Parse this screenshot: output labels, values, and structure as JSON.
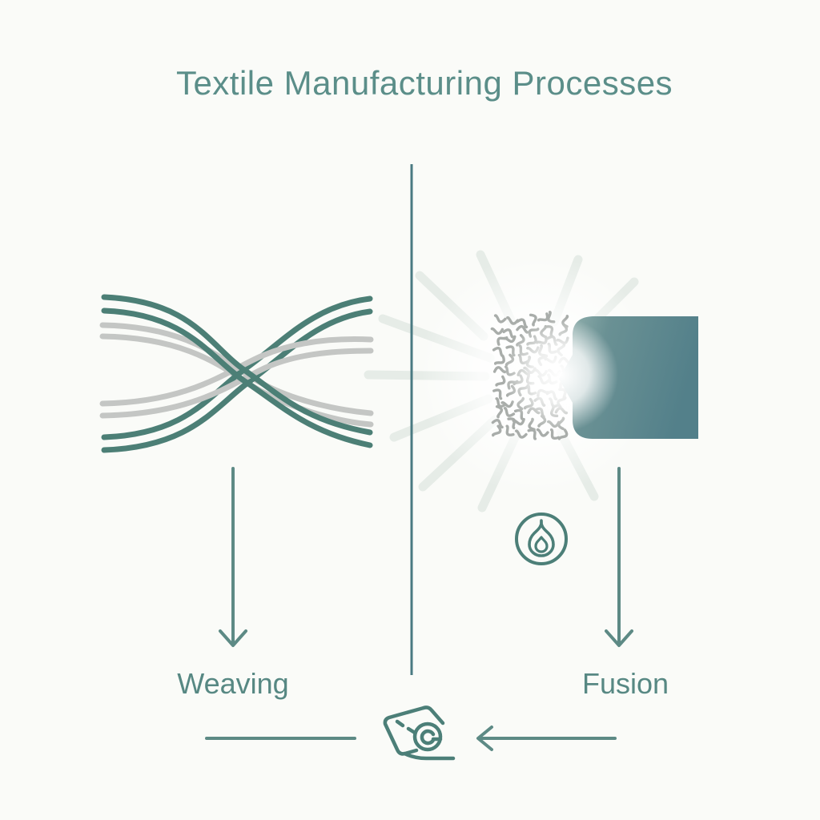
{
  "title": "Textile Manufacturing Processes",
  "sections": {
    "left": {
      "label": "Weaving"
    },
    "right": {
      "label": "Fusion"
    }
  },
  "icons": {
    "heat": "flame-icon",
    "output": "fabric-roll-icon",
    "left_process_flow": "down-arrow-icon",
    "right_process_flow": "down-arrow-icon",
    "bottom_flow": "left-arrow-icon"
  },
  "colors": {
    "background": "#fafbf8",
    "title_text": "#5b8e89",
    "label_text": "#578883",
    "thread_teal": "#4c7f76",
    "thread_gray": "#c4c6c4",
    "divider": "#4a7a82",
    "arrow": "#5d8a85",
    "block_dark": "#53808a",
    "block_light": "#9bb7b3",
    "ray": "#e4ebe6",
    "particle": "#a9adaa",
    "icon_stroke": "#4c7f78"
  }
}
